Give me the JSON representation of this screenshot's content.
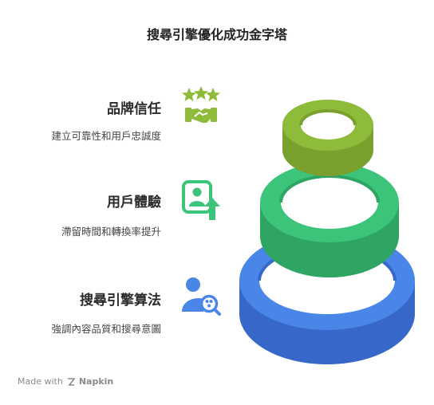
{
  "title": "搜尋引擎優化成功金字塔",
  "levels": [
    {
      "title": "品牌信任",
      "description": "建立可靠性和用戶忠誠度",
      "color": "#8fbb3b",
      "icon": "stars-handshake-icon"
    },
    {
      "title": "用戶體驗",
      "description": "滯留時間和轉換率提升",
      "color": "#3dc47b",
      "icon": "user-badge-arrow-icon"
    },
    {
      "title": "搜尋引擎算法",
      "description": "強調內容品質和搜尋意圖",
      "color": "#4a86e8",
      "icon": "user-search-icon"
    }
  ],
  "footer": {
    "prefix": "Made with",
    "brand": "Napkin"
  }
}
